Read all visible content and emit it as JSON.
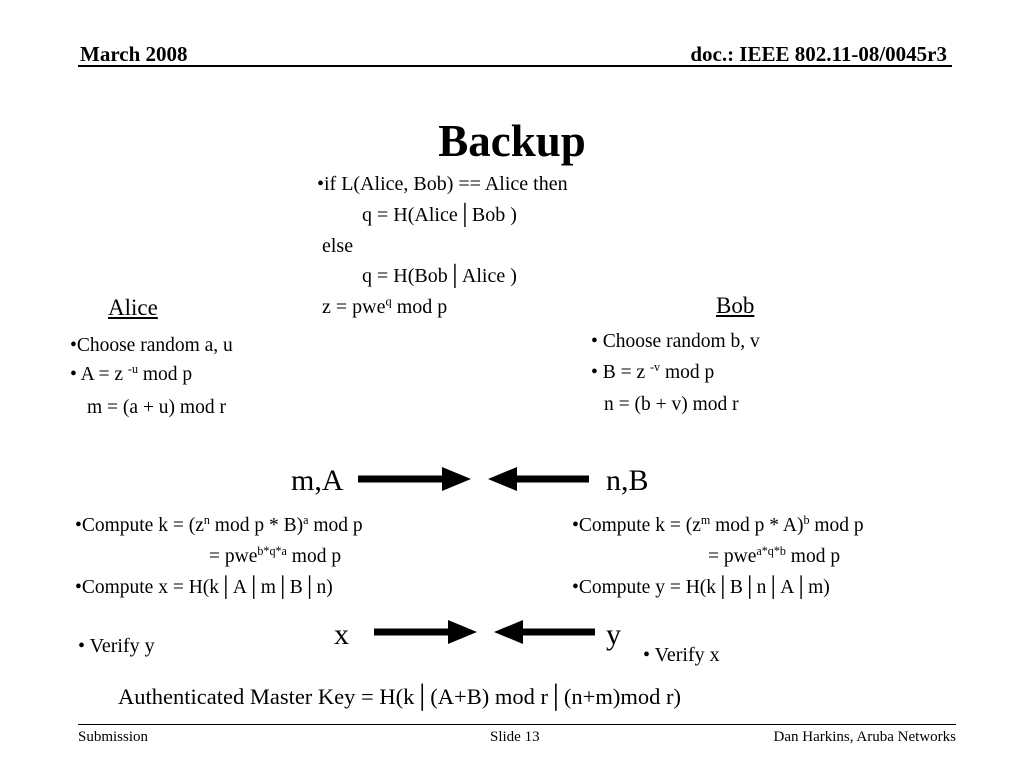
{
  "header": {
    "date": "March 2008",
    "doc": "doc.: IEEE 802.11-08/0045r3"
  },
  "title": "Backup",
  "condition": {
    "line1": "•if L(Alice, Bob) == Alice then",
    "line2": "q = H(Alice│Bob )",
    "line3": "else",
    "line4": "q = H(Bob│Alice )",
    "line5_pre": "z = pwe",
    "line5_sup": "q",
    "line5_post": " mod p"
  },
  "alice": {
    "name": "Alice",
    "b1": "•Choose random a, u",
    "b2_pre": "• A = z ",
    "b2_sup": "-u",
    "b2_post": " mod p",
    "b3": "m = (a + u) mod r"
  },
  "bob": {
    "name": "Bob",
    "b1": "• Choose random b, v",
    "b2_pre": "• B = z ",
    "b2_sup": "-v",
    "b2_post": " mod p",
    "b3": "n = (b + v) mod r"
  },
  "exchange1": {
    "left": "m,A",
    "right": "n,B"
  },
  "alice_compute": {
    "l1_a": "•Compute k = (z",
    "l1_sup1": "n",
    "l1_b": " mod p * B)",
    "l1_sup2": "a",
    "l1_c": " mod p",
    "l2_a": "= pwe",
    "l2_sup": "b*q*a",
    "l2_b": " mod p",
    "l3": "•Compute x  = H(k│A│m│B│n)"
  },
  "bob_compute": {
    "l1_a": "•Compute k = (z",
    "l1_sup1": "m",
    "l1_b": " mod p * A)",
    "l1_sup2": "b",
    "l1_c": " mod p",
    "l2_a": "= pwe",
    "l2_sup": "a*q*b",
    "l2_b": " mod p",
    "l3": "•Compute y  = H(k│B│n│A│m)"
  },
  "exchange2": {
    "left": "x",
    "right": "y"
  },
  "verify": {
    "alice": "• Verify y",
    "bob": "• Verify x"
  },
  "amk": "Authenticated Master Key = H(k│(A+B) mod r│(n+m)mod r)",
  "footer": {
    "left": "Submission",
    "center": "Slide 13",
    "right": "Dan Harkins, Aruba Networks"
  }
}
